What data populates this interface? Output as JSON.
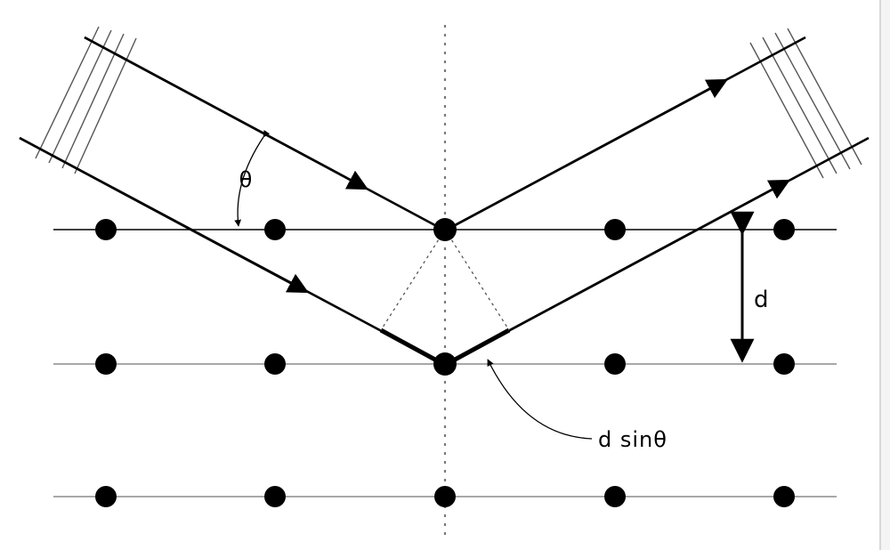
{
  "labels": {
    "angle": "θ",
    "spacing": "d",
    "path_difference": "d sinθ"
  },
  "colors": {
    "ink": "#000000",
    "lattice_faint": "#8c8c8c",
    "normal_line": "#7a7a7a"
  }
}
